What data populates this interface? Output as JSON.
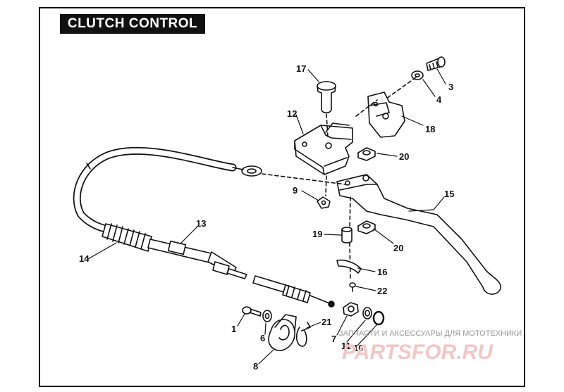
{
  "title": "CLUTCH CONTROL",
  "callouts": [
    "17",
    "3",
    "4",
    "12",
    "18",
    "20",
    "9",
    "15",
    "13",
    "14",
    "19",
    "20",
    "16",
    "22",
    "1",
    "6",
    "21",
    "7",
    "11",
    "10",
    "8"
  ],
  "watermark": {
    "text": "ЗАПЧАСТИ И АКСЕССУАРЫ ДЛЯ МОТОТЕХНИКИ",
    "logo": "PARTSFOR.RU"
  },
  "colors": {
    "ink": "#111111",
    "watermark_logo": "#f3c6c6",
    "watermark_text": "#9a9a9a"
  }
}
